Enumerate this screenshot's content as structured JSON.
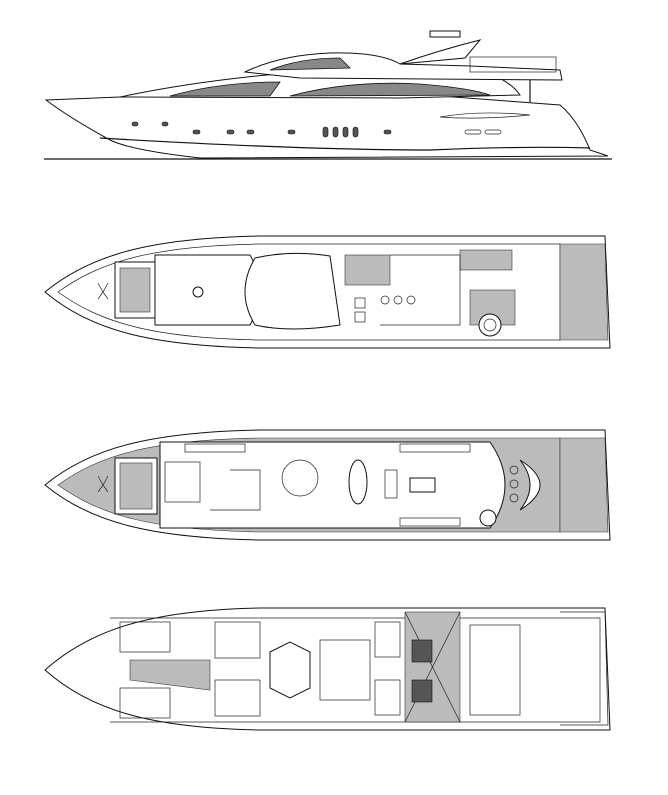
{
  "colors": {
    "background": "#ffffff",
    "line": "#111111",
    "glass": "#888888",
    "deck": "#bbbbbb"
  },
  "views": [
    "profile",
    "flybridge-plan",
    "main-deck-plan",
    "lower-deck-plan"
  ]
}
